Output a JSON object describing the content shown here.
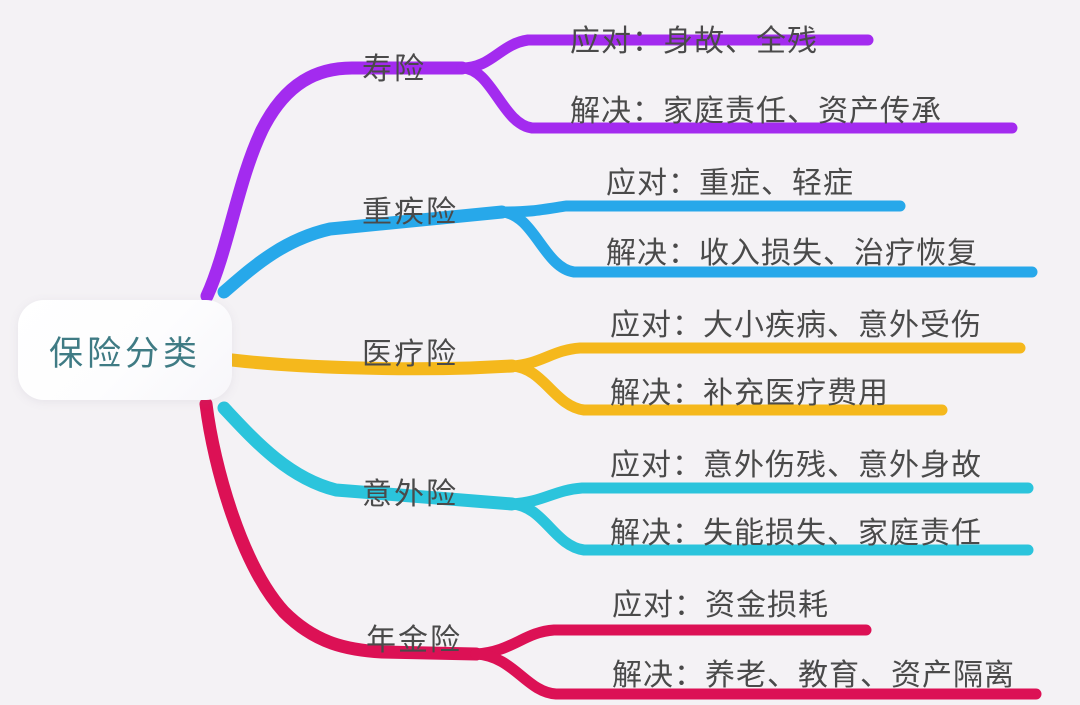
{
  "diagram": {
    "title": "保险分类",
    "background_color": "#f4f2f5",
    "root": {
      "label": "保险分类",
      "text_color": "#3f7b84",
      "background_color": "#ffffff"
    },
    "branches": [
      {
        "name": "寿险",
        "color": "#a32bef",
        "leaves": [
          {
            "label": "应对：身故、全残"
          },
          {
            "label": "解决：家庭责任、资产传承"
          }
        ]
      },
      {
        "name": "重疾险",
        "color": "#27a8ea",
        "leaves": [
          {
            "label": "应对：重症、轻症"
          },
          {
            "label": "解决：收入损失、治疗恢复"
          }
        ]
      },
      {
        "name": "医疗险",
        "color": "#f5b81c",
        "leaves": [
          {
            "label": "应对：大小疾病、意外受伤"
          },
          {
            "label": "解决：补充医疗费用"
          }
        ]
      },
      {
        "name": "意外险",
        "color": "#2bc4dc",
        "leaves": [
          {
            "label": "应对：意外伤残、意外身故"
          },
          {
            "label": "解决：失能损失、家庭责任"
          }
        ]
      },
      {
        "name": "年金险",
        "color": "#dc1155",
        "leaves": [
          {
            "label": "应对：资金损耗"
          },
          {
            "label": "解决：养老、教育、资产隔离"
          }
        ]
      }
    ]
  },
  "chart_data": {
    "type": "diagram",
    "subtype": "mind-map",
    "title": "保险分类",
    "root": "保险分类",
    "nodes": [
      {
        "category": "寿险",
        "color": "#a32bef",
        "children": [
          "应对：身故、全残",
          "解决：家庭责任、资产传承"
        ]
      },
      {
        "category": "重疾险",
        "color": "#27a8ea",
        "children": [
          "应对：重症、轻症",
          "解决：收入损失、治疗恢复"
        ]
      },
      {
        "category": "医疗险",
        "color": "#f5b81c",
        "children": [
          "应对：大小疾病、意外受伤",
          "解决：补充医疗费用"
        ]
      },
      {
        "category": "意外险",
        "color": "#2bc4dc",
        "children": [
          "应对：意外伤残、意外身故",
          "解决：失能损失、家庭责任"
        ]
      },
      {
        "category": "年金险",
        "color": "#dc1155",
        "children": [
          "应对：资金损耗",
          "解决：养老、教育、资产隔离"
        ]
      }
    ]
  }
}
